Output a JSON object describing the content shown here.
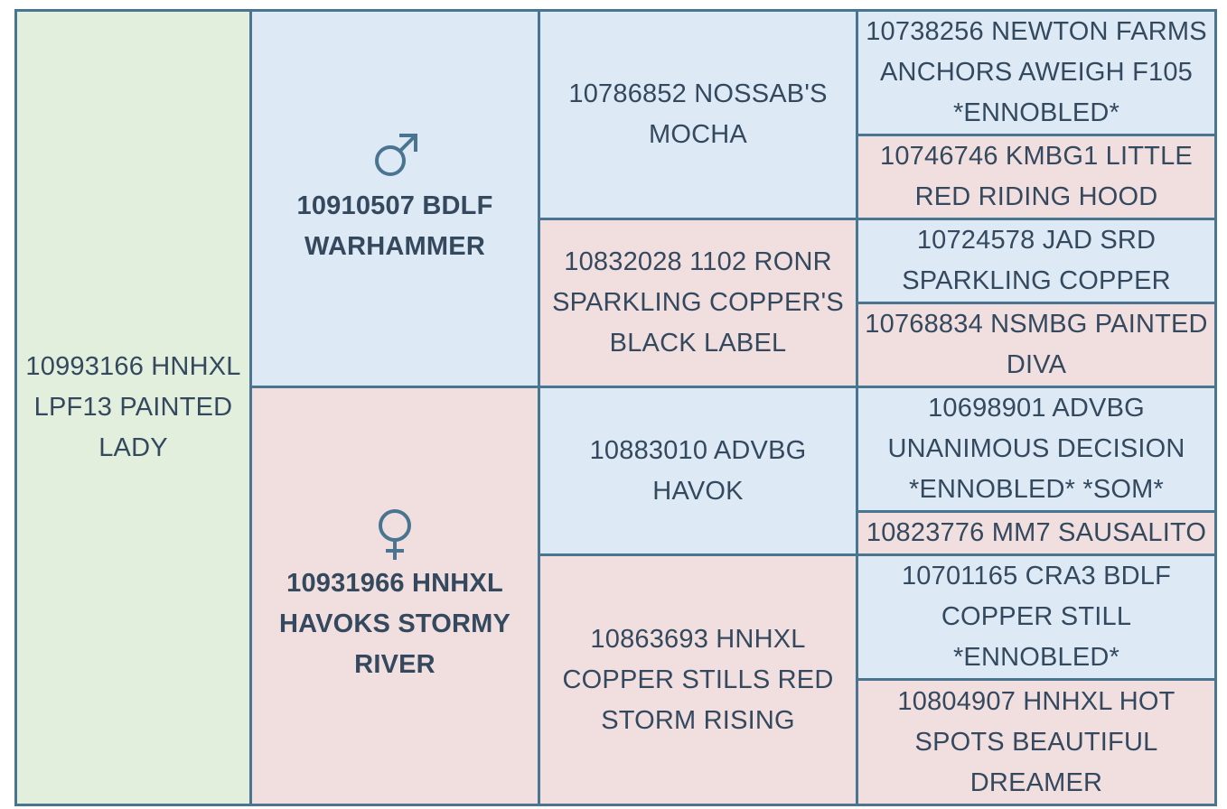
{
  "subject": "10993166 HNHXL LPF13 PAINTED LADY",
  "sire": {
    "icon": "male-symbol-icon",
    "name": "10910507 BDLF WARHAMMER",
    "sire": {
      "name": "10786852 NOSSAB'S MOCHA",
      "sire": "10738256 NEWTON FARMS ANCHORS AWEIGH F105 *ENNOBLED*",
      "dam": "10746746 KMBG1 LITTLE RED RIDING HOOD"
    },
    "dam": {
      "name": "10832028 1102 RONR SPARKLING COPPER'S BLACK LABEL",
      "sire": "10724578 JAD SRD SPARKLING COPPER",
      "dam": "10768834 NSMBG PAINTED DIVA"
    }
  },
  "dam": {
    "icon": "female-symbol-icon",
    "name": "10931966 HNHXL HAVOKS STORMY RIVER",
    "sire": {
      "name": "10883010 ADVBG HAVOK",
      "sire": "10698901 ADVBG UNANIMOUS DECISION *ENNOBLED* *SOM*",
      "dam": "10823776 MM7 SAUSALITO"
    },
    "dam": {
      "name": "10863693 HNHXL COPPER STILLS RED STORM RISING",
      "sire": "10701165 CRA3 BDLF COPPER STILL *ENNOBLED*",
      "dam": "10804907 HNHXL HOT SPOTS BEAUTIFUL DREAMER"
    }
  },
  "colors": {
    "subject": "#e3efdd",
    "male": "#ddeaf6",
    "female": "#f1dfe0",
    "border": "#4a7591",
    "text": "#34495e",
    "icon": "#4a7591"
  }
}
